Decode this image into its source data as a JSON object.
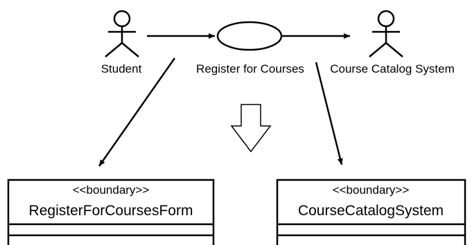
{
  "actors": {
    "student": {
      "label": "Student"
    },
    "catalog": {
      "label": "Course Catalog System"
    }
  },
  "use_case": {
    "label": "Register for Courses"
  },
  "classes": {
    "left": {
      "stereotype": "<<boundary>>",
      "name": "RegisterForCoursesForm"
    },
    "right": {
      "stereotype": "<<boundary>>",
      "name": "CourseCatalogSystem"
    }
  },
  "colors": {
    "line": "#000000",
    "background": "#ffffff"
  }
}
